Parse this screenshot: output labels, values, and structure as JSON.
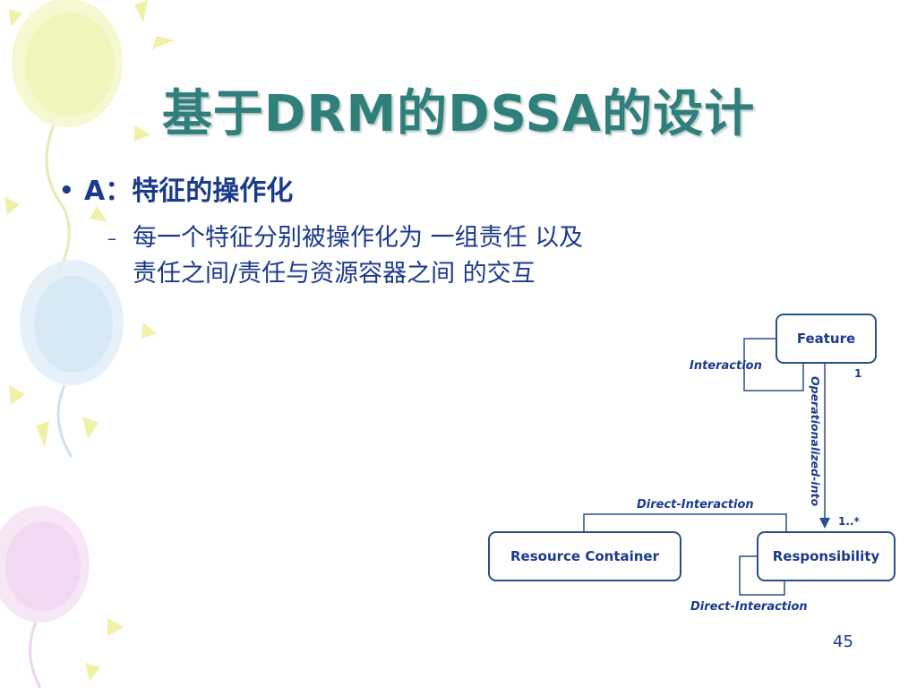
{
  "slide": {
    "title": "基于DRM的DSSA的设计",
    "bullet_level1": "A：特征的操作化",
    "bullet_level2_line1": "每一个特征分别被操作化为 一组责任 以及",
    "bullet_level2_line2": "责任之间/责任与资源容器之间 的交互",
    "page_number": "45"
  },
  "diagram": {
    "nodes": {
      "feature": "Feature",
      "responsibility": "Responsibility",
      "resource_container": "Resource Container"
    },
    "labels": {
      "interaction": "Interaction",
      "operationalized_into": "Operationalized-into",
      "direct_interaction_top": "Direct-Interaction",
      "direct_interaction_bottom": "Direct-Interaction",
      "mult_one": "1",
      "mult_many": "1..*"
    }
  },
  "colors": {
    "title": "#2f7f7b",
    "text": "#1c3a8c",
    "diagram_line": "#2a4f8a"
  }
}
